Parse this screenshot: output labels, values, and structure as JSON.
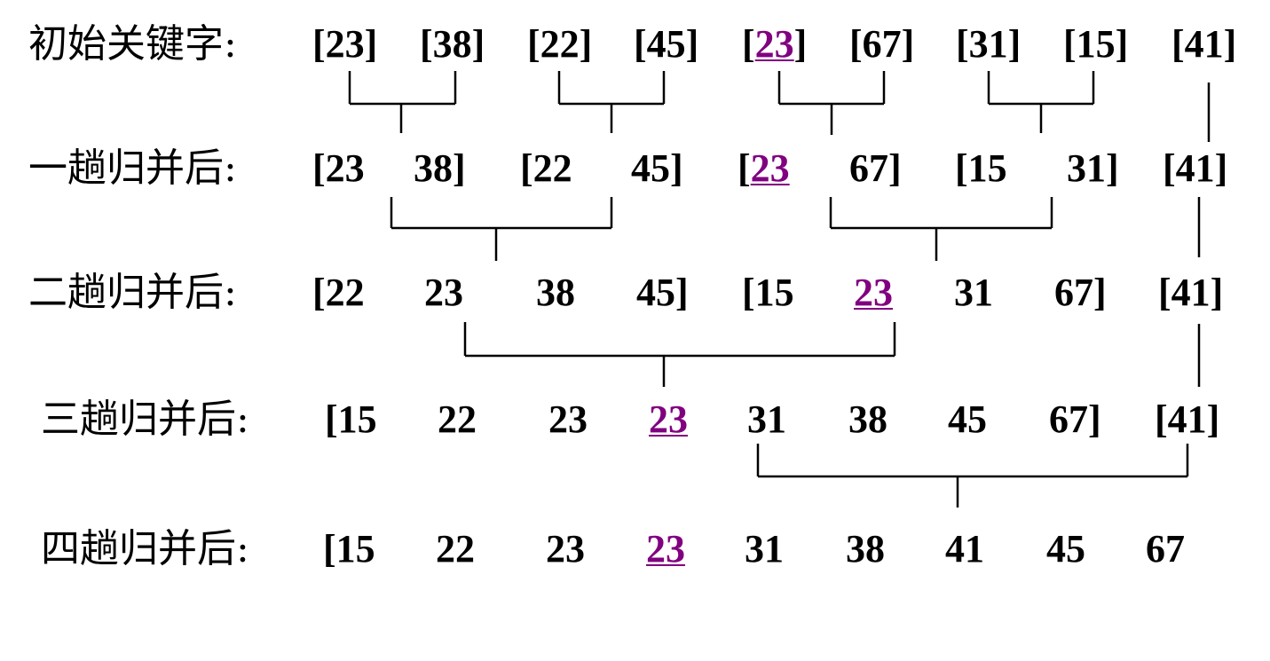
{
  "colors": {
    "text": "#000000",
    "highlight": "#800080",
    "background": "#ffffff"
  },
  "rows": [
    {
      "label": "初始关键字:",
      "tokens": [
        {
          "pre": "[",
          "num": "23",
          "post": "]"
        },
        {
          "pre": "[",
          "num": "38",
          "post": "]"
        },
        {
          "pre": "[",
          "num": "22",
          "post": "]"
        },
        {
          "pre": "[",
          "num": "45",
          "post": "]"
        },
        {
          "pre": "[",
          "num": "23",
          "post": "]",
          "hl": true
        },
        {
          "pre": "[",
          "num": "67",
          "post": "]"
        },
        {
          "pre": "[",
          "num": "31",
          "post": "]"
        },
        {
          "pre": "[",
          "num": "15",
          "post": "]"
        },
        {
          "pre": "[",
          "num": "41",
          "post": "]"
        }
      ]
    },
    {
      "label": "一趟归并后:",
      "tokens": [
        {
          "pre": "[",
          "num": "23",
          "post": ""
        },
        {
          "pre": "",
          "num": "38",
          "post": "]"
        },
        {
          "pre": "[",
          "num": "22",
          "post": ""
        },
        {
          "pre": "",
          "num": "45",
          "post": "]"
        },
        {
          "pre": "[",
          "num": "23",
          "post": "",
          "hl": true
        },
        {
          "pre": "",
          "num": "67",
          "post": "]"
        },
        {
          "pre": "[",
          "num": "15",
          "post": ""
        },
        {
          "pre": "",
          "num": "31",
          "post": "]"
        },
        {
          "pre": "[",
          "num": "41",
          "post": "]"
        }
      ]
    },
    {
      "label": "二趟归并后:",
      "tokens": [
        {
          "pre": "[",
          "num": "22",
          "post": ""
        },
        {
          "pre": "",
          "num": "23",
          "post": ""
        },
        {
          "pre": "",
          "num": "38",
          "post": ""
        },
        {
          "pre": "",
          "num": "45",
          "post": "]"
        },
        {
          "pre": "[",
          "num": "15",
          "post": ""
        },
        {
          "pre": "",
          "num": "23",
          "post": "",
          "hl": true
        },
        {
          "pre": "",
          "num": "31",
          "post": ""
        },
        {
          "pre": "",
          "num": "67",
          "post": "]"
        },
        {
          "pre": "[",
          "num": "41",
          "post": "]"
        }
      ]
    },
    {
      "label": "三趟归并后:",
      "tokens": [
        {
          "pre": "[",
          "num": "15",
          "post": ""
        },
        {
          "pre": "",
          "num": "22",
          "post": ""
        },
        {
          "pre": "",
          "num": "23",
          "post": ""
        },
        {
          "pre": "",
          "num": "23",
          "post": "",
          "hl": true
        },
        {
          "pre": "",
          "num": "31",
          "post": ""
        },
        {
          "pre": "",
          "num": "38",
          "post": ""
        },
        {
          "pre": "",
          "num": "45",
          "post": ""
        },
        {
          "pre": "",
          "num": "67",
          "post": "]"
        },
        {
          "pre": "[",
          "num": "41",
          "post": "]"
        }
      ]
    },
    {
      "label": "四趟归并后:",
      "tokens": [
        {
          "pre": "[",
          "num": "15",
          "post": ""
        },
        {
          "pre": "",
          "num": "22",
          "post": ""
        },
        {
          "pre": "",
          "num": "23",
          "post": ""
        },
        {
          "pre": "",
          "num": "23",
          "post": "",
          "hl": true
        },
        {
          "pre": "",
          "num": "31",
          "post": ""
        },
        {
          "pre": "",
          "num": "38",
          "post": ""
        },
        {
          "pre": "",
          "num": "41",
          "post": ""
        },
        {
          "pre": "",
          "num": "45",
          "post": ""
        },
        {
          "pre": "",
          "num": "67",
          "post": ""
        }
      ]
    }
  ]
}
